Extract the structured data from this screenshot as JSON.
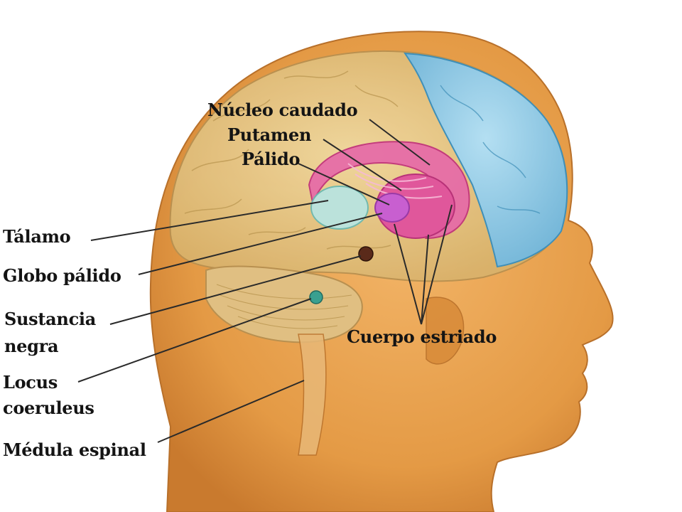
{
  "figure": {
    "background": "#ffffff",
    "colors": {
      "skin": "#e9a24f",
      "skin_shadow": "#c97a2e",
      "brain": "#e8c98a",
      "cortex_frontal": "#8fc8e6",
      "basal_ganglia": "#e0579b",
      "thalamus": "#b9e4e0",
      "globus_pallidus": "#c85fd0",
      "substantia_nigra": "#5a2a1a",
      "locus_coeruleus": "#3aa090",
      "leader_line": "#2a2a2a",
      "label_text": "#141414"
    }
  },
  "labels": {
    "nucleo_caudado": "Núcleo caudado",
    "putamen": "Putamen",
    "palido": "Pálido",
    "talamo": "Tálamo",
    "globo_palido": "Globo pálido",
    "sustancia_negra_1": "Sustancia",
    "sustancia_negra_2": "negra",
    "locus_1": "Locus",
    "locus_2": "coeruleus",
    "medula_espinal": "Médula espinal",
    "cuerpo_estriado": "Cuerpo estriado"
  }
}
